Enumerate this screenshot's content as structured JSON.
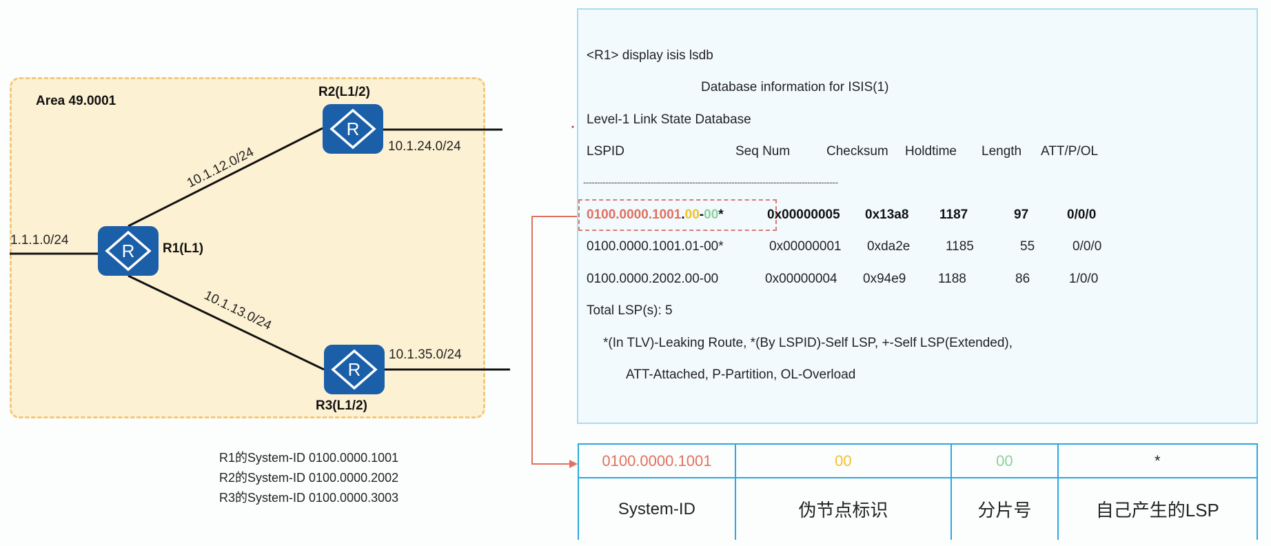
{
  "topology": {
    "area_label": "Area 49.0001",
    "routers": [
      {
        "id": "r1",
        "label": "R1(L1)",
        "glyph": "R"
      },
      {
        "id": "r2",
        "label": "R2(L1/2)",
        "glyph": "R"
      },
      {
        "id": "r3",
        "label": "R3(L1/2)",
        "glyph": "R"
      }
    ],
    "networks": {
      "r1_stub": "1.1.1.0/24",
      "r1_r2": "10.1.12.0/24",
      "r1_r3": "10.1.13.0/24",
      "r2_ext": "10.1.24.0/24",
      "r3_ext": "10.1.35.0/24"
    },
    "system_ids": [
      "R1的System-ID 0100.0000.1001",
      "R2的System-ID 0100.0000.2002",
      "R3的System-ID 0100.0000.3003"
    ]
  },
  "cli": {
    "command": "<R1> display isis lsdb",
    "db_title": "Database information for ISIS(1)",
    "level_title": "Level-1 Link State Database",
    "headers": {
      "lspid": "LSPID",
      "seq": "Seq Num",
      "checksum": "Checksum",
      "holdtime": "Holdtime",
      "length": "Length",
      "att": "ATT/P/OL"
    },
    "separator": "-------------------------------------------------------------------------------------------",
    "highlighted_row": {
      "lspid_parts": {
        "system_id": "0100.0000.1001",
        "dot": ".",
        "pseudonode": "00",
        "dash": "-",
        "fragment": "00",
        "self": "*"
      },
      "seq": "0x00000005",
      "checksum": "0x13a8",
      "holdtime": "1187",
      "length": "97",
      "att": "0/0/0"
    },
    "rows": [
      {
        "lspid": "0100.0000.1001.01-00*",
        "seq": "0x00000001",
        "checksum": "0xda2e",
        "holdtime": "1185",
        "length": "55",
        "att": "0/0/0"
      },
      {
        "lspid": "0100.0000.2002.00-00",
        "seq": "0x00000004",
        "checksum": "0x94e9",
        "holdtime": "1188",
        "length": "86",
        "att": "1/0/0"
      }
    ],
    "total": "Total LSP(s): 5",
    "legend_line1": "*(In TLV)-Leaking Route, *(By LSPID)-Self LSP, +-Self LSP(Extended),",
    "legend_line2": "ATT-Attached, P-Partition, OL-Overload"
  },
  "lspid_breakdown": {
    "values": [
      "0100.0000.1001",
      "00",
      "00",
      "*"
    ],
    "labels": [
      "System-ID",
      "伪节点标识",
      "分片号",
      "自己产生的LSP"
    ]
  },
  "colors": {
    "router": "#1a5fa8",
    "area_fill": "#fdf1d3",
    "area_border": "#f3c878",
    "system_id": "#e0705f",
    "pseudonode": "#f2c12e",
    "fragment": "#8fcf9b",
    "table_border": "#29a8e0"
  }
}
